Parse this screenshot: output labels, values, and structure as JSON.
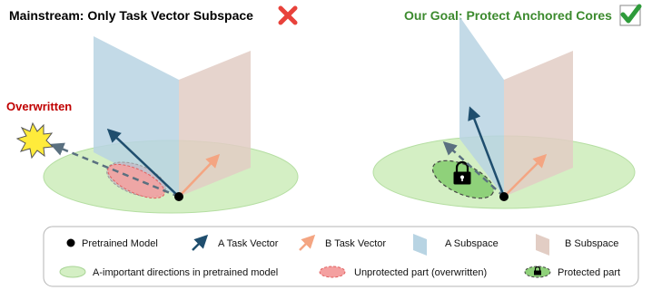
{
  "left_panel": {
    "title": "Mainstream: Only Task Vector Subspace",
    "title_color": "#111111",
    "status_icon": "cross-icon",
    "status_color": "#e8423b",
    "annotation": "Overwritten",
    "annotation_color": "#c00000"
  },
  "right_panel": {
    "title": "Our Goal: Protect Anchored Cores",
    "title_color": "#3c8a2e",
    "status_icon": "checkmark-icon",
    "status_color": "#2e9b3a"
  },
  "legend": {
    "pretrained_model": "Pretrained Model",
    "a_task_vector": "A Task Vector",
    "b_task_vector": "B Task Vector",
    "a_subspace": "A Subspace",
    "b_subspace": "B Subspace",
    "a_important": "A-important directions in pretrained model",
    "unprotected": "Unprotected part (overwritten)",
    "protected": "Protected part"
  },
  "colors": {
    "a_subspace": "#b8d4e3",
    "b_subspace": "#e2cdc4",
    "a_vector": "#1f4e6e",
    "b_vector": "#f4a582",
    "base_plane": "#d4efc4",
    "unprotected": "#f4a0a0",
    "protected": "#8fd17a"
  }
}
